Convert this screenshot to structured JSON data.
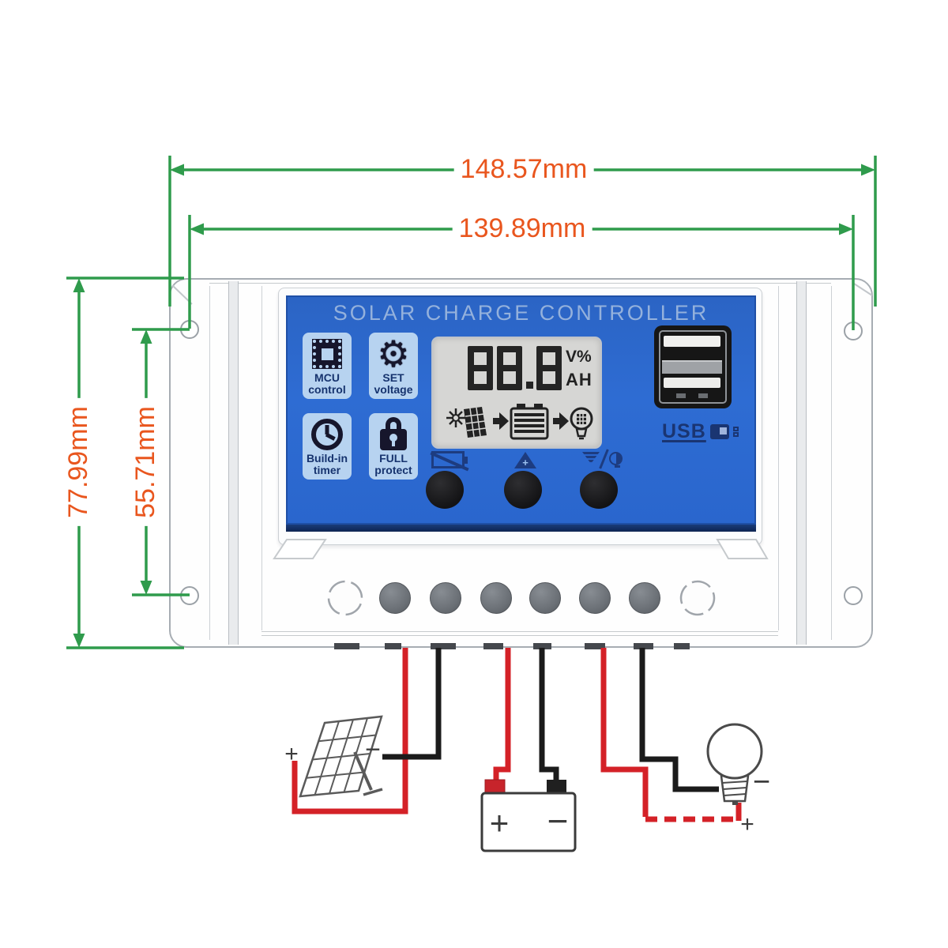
{
  "dimensions": {
    "width_total": "148.57mm",
    "width_holes": "139.89mm",
    "height_total": "77.99mm",
    "height_holes": "55.71mm"
  },
  "panel": {
    "title": "SOLAR CHARGE CONTROLLER",
    "features": [
      {
        "icon": "mcu-chip-icon",
        "line1": "MCU",
        "line2": "control"
      },
      {
        "icon": "gear-icon",
        "line1": "SET",
        "line2": "voltage"
      },
      {
        "icon": "clock-icon",
        "line1": "Build-in",
        "line2": "timer"
      },
      {
        "icon": "padlock-icon",
        "line1": "FULL",
        "line2": "protect"
      }
    ],
    "lcd": {
      "value": "88.8",
      "unit_top": "V%",
      "unit_bottom": "AH"
    },
    "usb_logo": "USB"
  },
  "wiring": {
    "solar_plus": "+",
    "solar_minus": "−",
    "battery_plus": "+",
    "battery_minus": "−",
    "load_minus": "−",
    "load_plus": "+"
  },
  "colors": {
    "dimension_line": "#2f9b4c",
    "dimension_text": "#e9561e",
    "panel_blue": "#2a67cd",
    "badge_blue": "#b7d3f0",
    "wire_red": "#d42127",
    "wire_black": "#1b1b1b"
  }
}
